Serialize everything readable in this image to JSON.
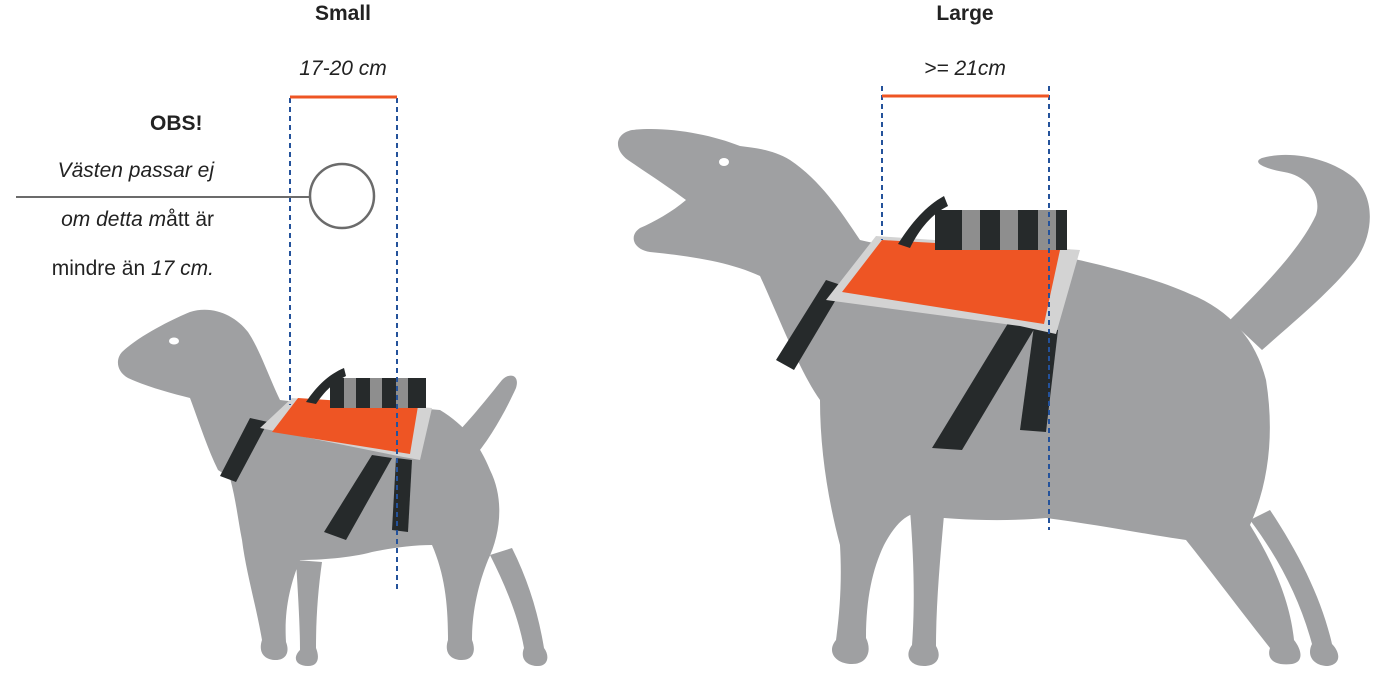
{
  "sizes": [
    {
      "name": "Small",
      "range": "17-20 cm"
    },
    {
      "name": "Large",
      "range": ">= 21cm"
    }
  ],
  "note": {
    "heading": "OBS!",
    "line1": "Västen passar ej",
    "line2_italic": "om detta m",
    "line2_plain": "ått är",
    "line3_plain": "mindre än ",
    "line3_italic": "17 cm."
  },
  "colors": {
    "dog": "#9fa0a2",
    "vest": "#ee5524",
    "vest_trim": "#d3d3d3",
    "strap": "#262a2b",
    "handle_stripe_light": "#8e8e8e",
    "measure_line": "#ee5524",
    "guide_line": "#24529b",
    "circle": "#6b6b6b"
  }
}
